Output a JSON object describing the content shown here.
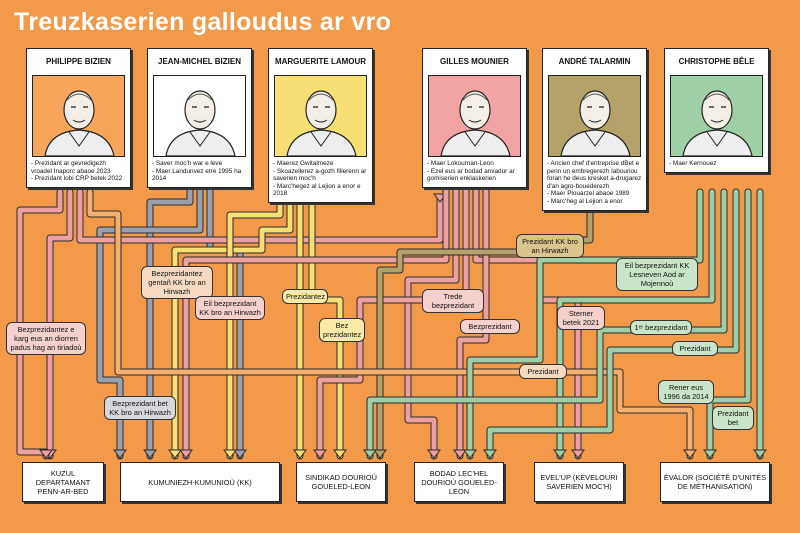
{
  "title": "Treuzkaserien galloudus ar vro",
  "colors": {
    "background": "#f29a4a",
    "pink": "#eea0a0",
    "gray": "#9aa0ad",
    "yellow": "#f8df74",
    "green": "#9fcfa6",
    "olive": "#b3a36a"
  },
  "people": [
    {
      "name": "PHILIPPE BIZIEN",
      "photo_bg": "#f7a55a",
      "info": [
        "- Prezidant ar gevredigezh vroadel Inaporc abaoe 2023",
        "- Prezidant lobi CRP betek 2022"
      ]
    },
    {
      "name": "JEAN-MICHEL BIZIEN",
      "photo_bg": "#ffffff",
      "info": [
        "- Saver moc'h war e leve",
        "- Maer Landunvez etre 1995 ha 2014"
      ]
    },
    {
      "name": "MARGUERITE LAMOUR",
      "photo_bg": "#f8df74",
      "info": [
        "- Maerez Gwitalmeze",
        "- Skoazellerez a-gozh fillerenn ar saverien moc'h",
        "- Marc'hegez al Lejion a enor e 2018"
      ]
    },
    {
      "name": "GILLES MOUNIER",
      "photo_bg": "#f2a3a3",
      "info": [
        "- Maer Lokournan-Leon",
        "- Ezel eus ar bodad anvadur ar gomiserien enklaskerien"
      ]
    },
    {
      "name": "ANDRÉ TALARMIN",
      "photo_bg": "#b3a36a",
      "info": [
        "- Ancien chef d'entreprise dBet e penn un embregerezh labouriou foran he deus kresket a-drugarez d'an agro-bouederezh",
        "- Maer Plouarzel abaoe 1989",
        "- Marc'heg al Lejion a enor"
      ]
    },
    {
      "name": "CHRISTOPHE BÊLE",
      "photo_bg": "#9fcfa6",
      "info": [
        "- Maer Kernouez"
      ]
    }
  ],
  "roles": [
    "Prezidant KK bro an Hirwazh",
    "Eil bezprezidant KK Lesneven Aod ar Mojennoù",
    "Bezprezidantez gentañ KK bro an Hirwazh",
    "Eil bezprezidant KK bro an Hirwazh",
    "Prezidantez",
    "Bez prezidantez",
    "Bezprezidantez e karg eus an diorren padus hag an tiriadoù",
    "Prezidant",
    "Bezprezidant",
    "Trede bezprezidant",
    "Sterner betek 2021",
    "1ᵉʳ bezprezidant",
    "Prezidant",
    "Bezprezidant bet KK bro an Hirwazh",
    "Rener eus 1996 da 2014",
    "Prezidant bet"
  ],
  "organizations": [
    "KUZUL DEPARTAMANT PENN-AR-BED",
    "KUMUNIEZH-KUMUNIOÙ (KK)",
    "SINDIKAD DOURIOÙ GOUELED-LEON",
    "BODAD LEC'HEL DOURIOÙ GOUELED-LEON",
    "EVEL'UP (KEVELOURI SAVERIEN MOC'H)",
    "ÉVALOR (SOCIÉTÉ D'UNITÉS DE MÉTHANISATION)"
  ]
}
